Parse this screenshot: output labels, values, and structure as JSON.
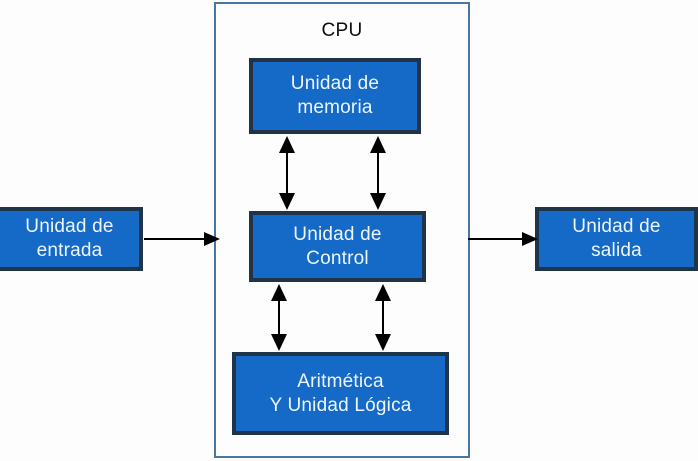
{
  "diagram": {
    "title": "CPU block diagram",
    "cpu": {
      "label": "CPU",
      "label_color": "#0d0d0d",
      "frame_color": "#4878a0"
    },
    "colors": {
      "box_fill": "#1569c7",
      "box_border": "#1f3449",
      "box_text": "#eef6fd",
      "arrow": "#000000",
      "background": "#fdfdfd"
    },
    "boxes": [
      {
        "id": "memory",
        "label": "Unidad de\nmemoria",
        "inside_cpu": true
      },
      {
        "id": "control",
        "label": "Unidad de\nControl",
        "inside_cpu": true
      },
      {
        "id": "alu",
        "label": "Aritmética\nY Unidad Lógica",
        "inside_cpu": true
      },
      {
        "id": "input",
        "label": "Unidad de\nentrada",
        "inside_cpu": false
      },
      {
        "id": "output",
        "label": "Unidad de\nsalida",
        "inside_cpu": false
      }
    ],
    "connections": [
      {
        "id": "input-to-cpu",
        "from": "input",
        "to": "control",
        "style": "single-arrow",
        "direction": "right"
      },
      {
        "id": "cpu-to-output",
        "from": "control",
        "to": "output",
        "style": "single-arrow",
        "direction": "right"
      },
      {
        "id": "memory-control-left",
        "from": "memory",
        "to": "control",
        "style": "double-arrow",
        "direction": "vertical"
      },
      {
        "id": "memory-control-right",
        "from": "memory",
        "to": "control",
        "style": "double-arrow",
        "direction": "vertical"
      },
      {
        "id": "control-alu-left",
        "from": "control",
        "to": "alu",
        "style": "double-arrow",
        "direction": "vertical"
      },
      {
        "id": "control-alu-right",
        "from": "control",
        "to": "alu",
        "style": "double-arrow",
        "direction": "vertical"
      }
    ]
  }
}
